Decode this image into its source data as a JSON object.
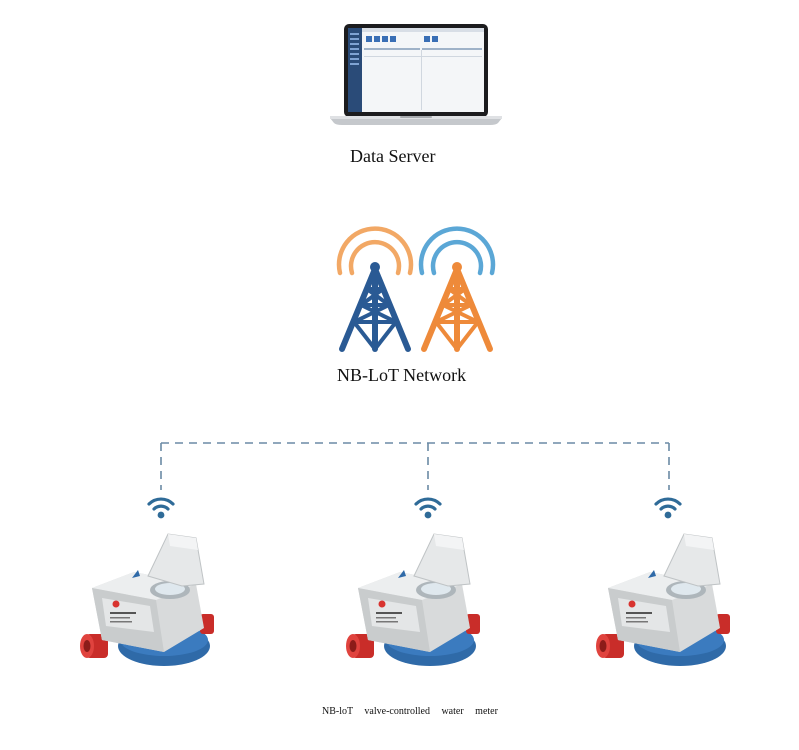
{
  "server": {
    "label": "Data Server"
  },
  "network": {
    "label": "NB-LoT Network"
  },
  "meter": {
    "caption": "NB-loT valve-controlled water meter"
  },
  "colors": {
    "tower_blue": "#2a5a94",
    "tower_orange": "#ee8a3a",
    "wave_orange": "#f2a865",
    "wave_blue": "#5ba7d6",
    "connector": "#6b8aa5",
    "wifi": "#2f6b98",
    "meter_body": "#d8dadb",
    "meter_blue": "#2f6aa8",
    "meter_red": "#d8332f"
  },
  "icons": [
    "laptop-icon",
    "signal-tower-icon",
    "wifi-icon",
    "water-meter-icon"
  ]
}
